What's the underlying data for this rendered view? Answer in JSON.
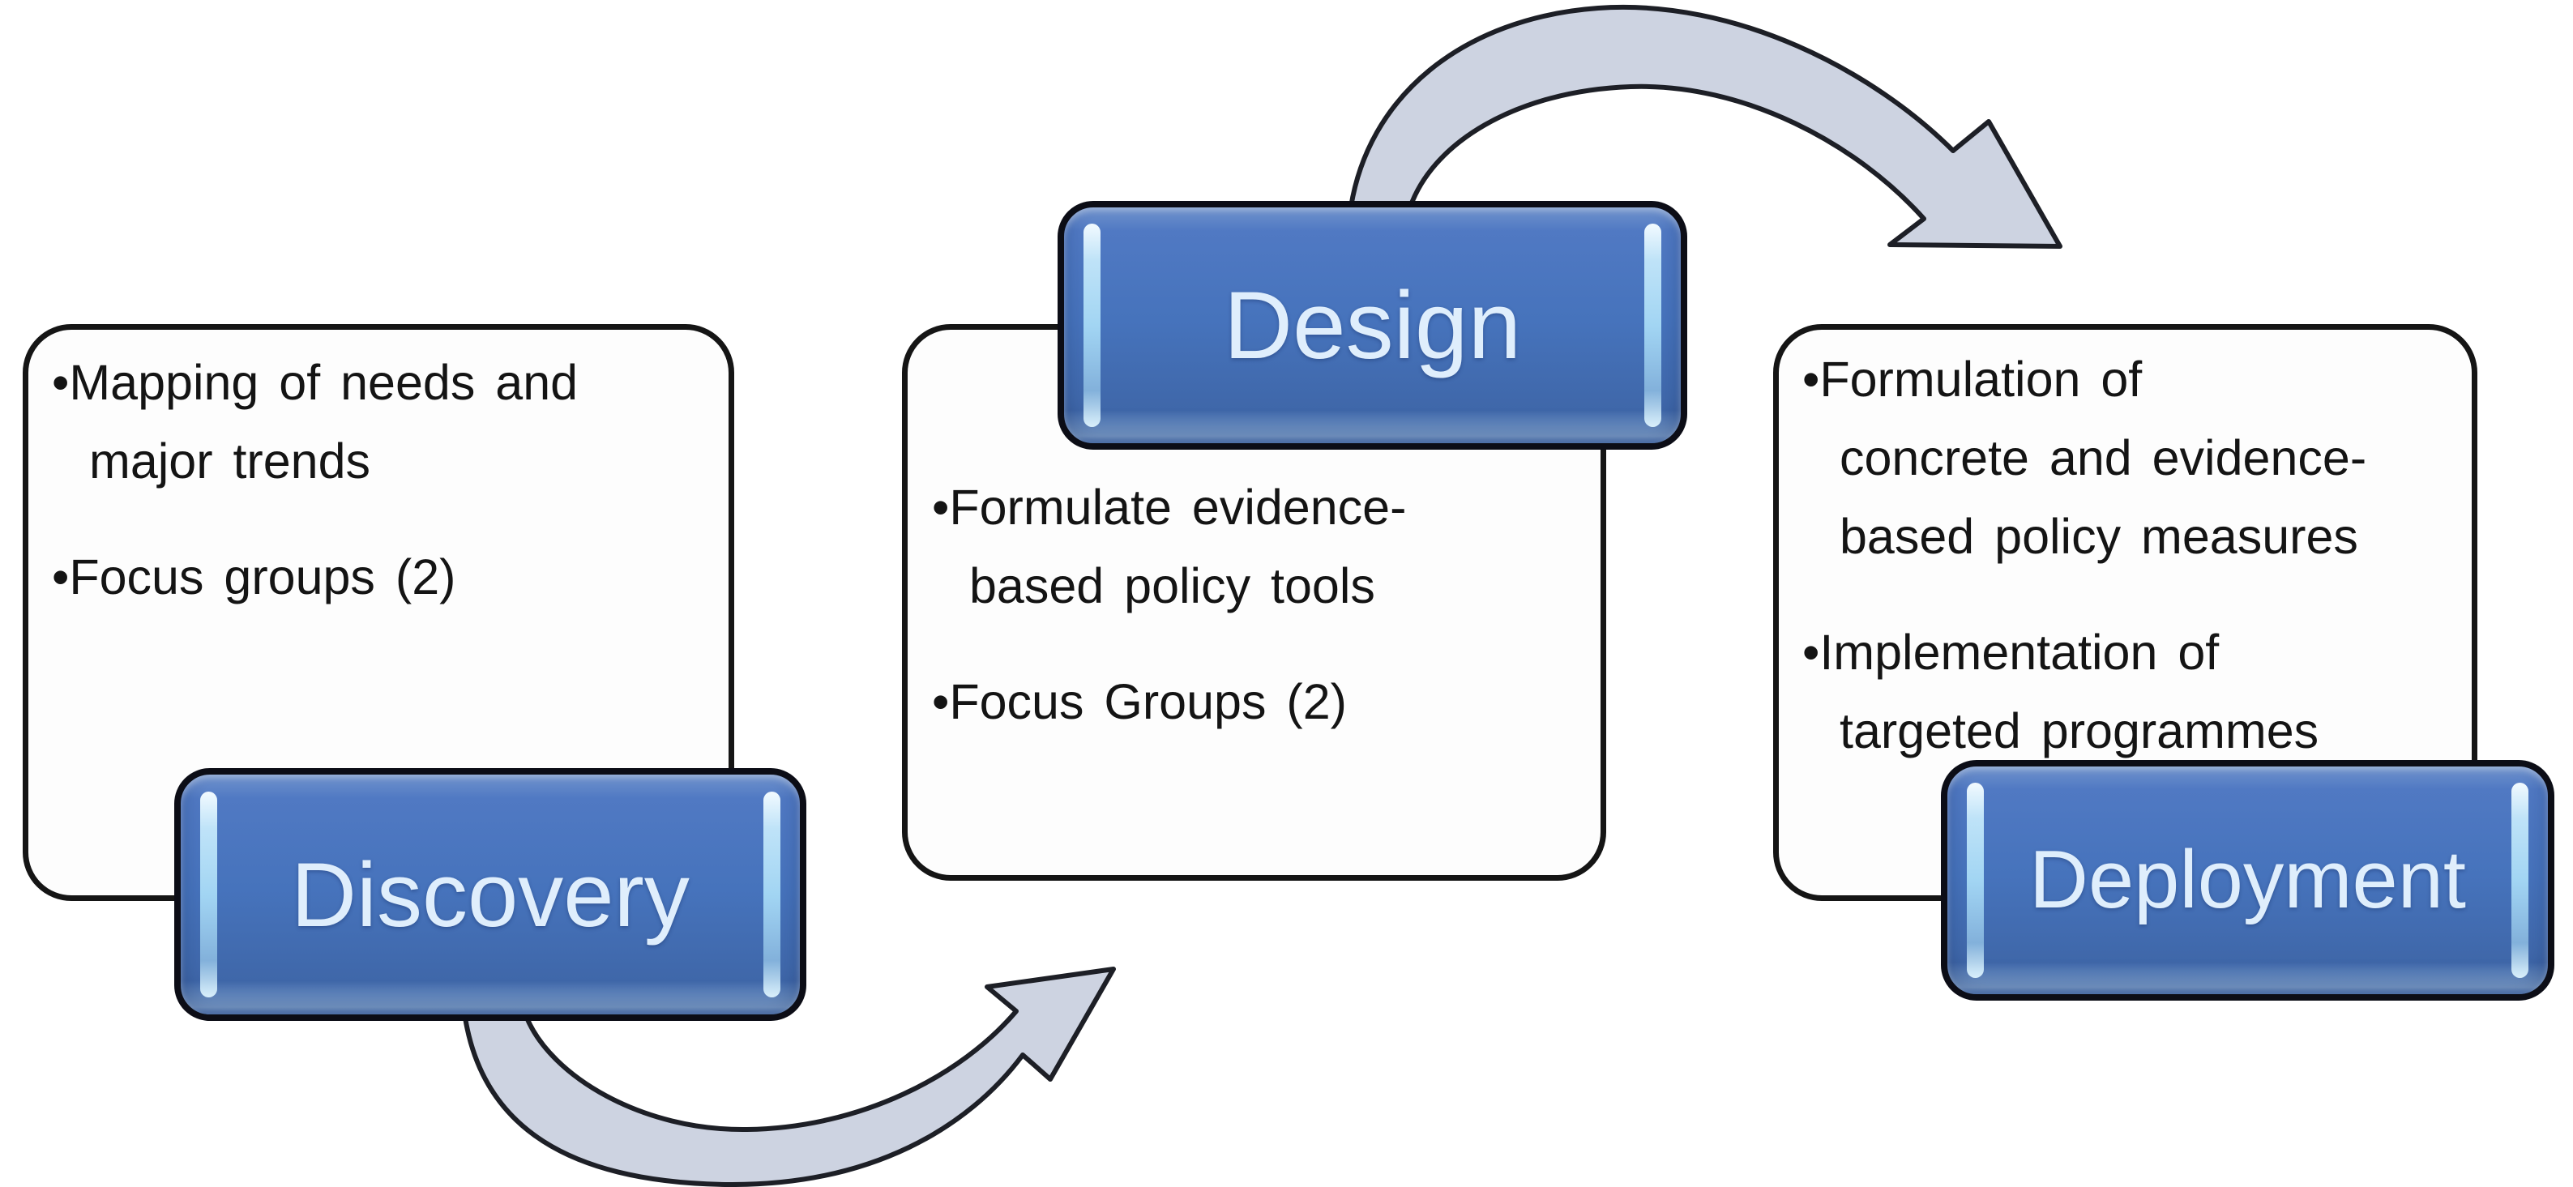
{
  "diagram": {
    "background_color": "#ffffff",
    "panel_fill": "#fdfdfd",
    "panel_border_color": "#151515",
    "button_fill_color": "#4673bc",
    "button_border_color": "#0c0d16",
    "button_text_color": "#dfeefc",
    "arrow_fill_color": "#cdd3e1",
    "arrow_stroke_color": "#1d1f26",
    "bullet_text_color": "#141414",
    "phases": [
      {
        "id": "discovery",
        "label": "Discovery",
        "bullets": [
          {
            "lines": [
              "•Mapping of needs and",
              "major trends"
            ]
          },
          {
            "lines": [
              "•Focus groups (2)"
            ]
          }
        ]
      },
      {
        "id": "design",
        "label": "Design",
        "bullets": [
          {
            "lines": [
              "•Formulate evidence-",
              "based policy tools"
            ]
          },
          {
            "lines": [
              "•Focus Groups (2)"
            ]
          }
        ]
      },
      {
        "id": "deployment",
        "label": "Deployment",
        "bullets": [
          {
            "lines": [
              "•Formulation of",
              "concrete and evidence-",
              "based policy measures"
            ]
          },
          {
            "lines": [
              "•Implementation of",
              "targeted programmes"
            ]
          }
        ]
      }
    ],
    "arrows": [
      {
        "id": "discovery-to-design"
      },
      {
        "id": "design-to-deployment"
      }
    ]
  }
}
